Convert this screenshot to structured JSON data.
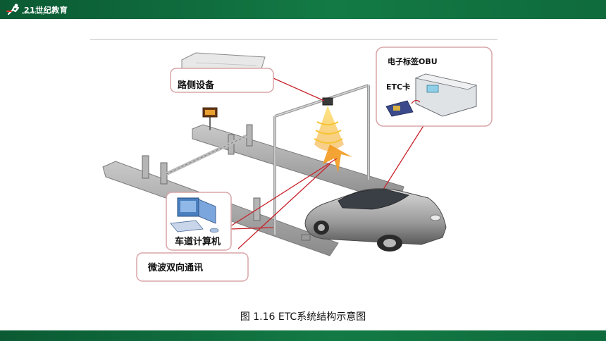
{
  "header": {
    "logo_text": "21世纪教育",
    "logo_subtext": "www.21cnjy.com"
  },
  "figure": {
    "labels": {
      "roadside_equipment": "路侧设备",
      "obu_tag": "电子标签OBU",
      "etc_card": "ETC卡",
      "lane_computer": "车道计算机",
      "microwave_comm": "微波双向通讯"
    }
  },
  "caption": "图 1.16 ETC系统结构示意图"
}
